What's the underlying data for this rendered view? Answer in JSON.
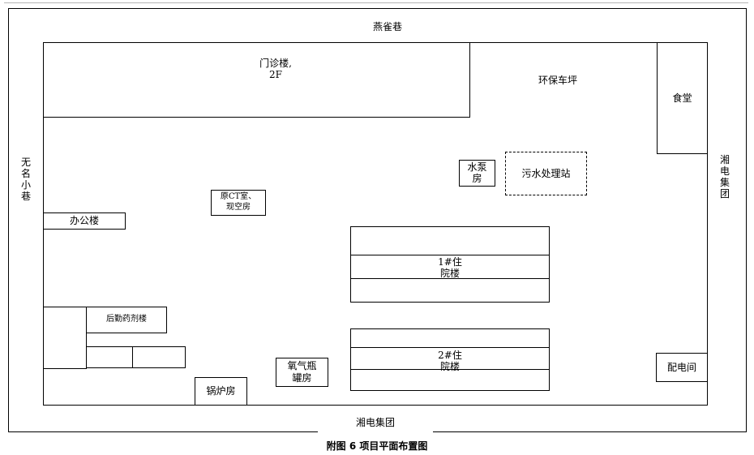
{
  "roads": {
    "north": "燕雀巷",
    "west": "无名小巷",
    "east": "湘电集团",
    "south": "湘电集团"
  },
  "buildings": {
    "outpatient_line1": "门诊楼,",
    "outpatient_line2": "2F",
    "parking": "环保车坪",
    "canteen": "食堂",
    "pump_line1": "水泵",
    "pump_line2": "房",
    "sewage": "污水处理站",
    "ct_line1": "原CT室、",
    "ct_line2": "现空房",
    "office": "办公楼",
    "inpatient1_line1": "1#住",
    "inpatient1_line2": "院楼",
    "logistics": "后勤药剂楼",
    "inpatient2_line1": "2#住",
    "inpatient2_line2": "院楼",
    "oxygen_line1": "氧气瓶",
    "oxygen_line2": "罐房",
    "boiler": "锅炉房",
    "power": "配电间"
  },
  "caption": "附图 6    项目平面布置图"
}
